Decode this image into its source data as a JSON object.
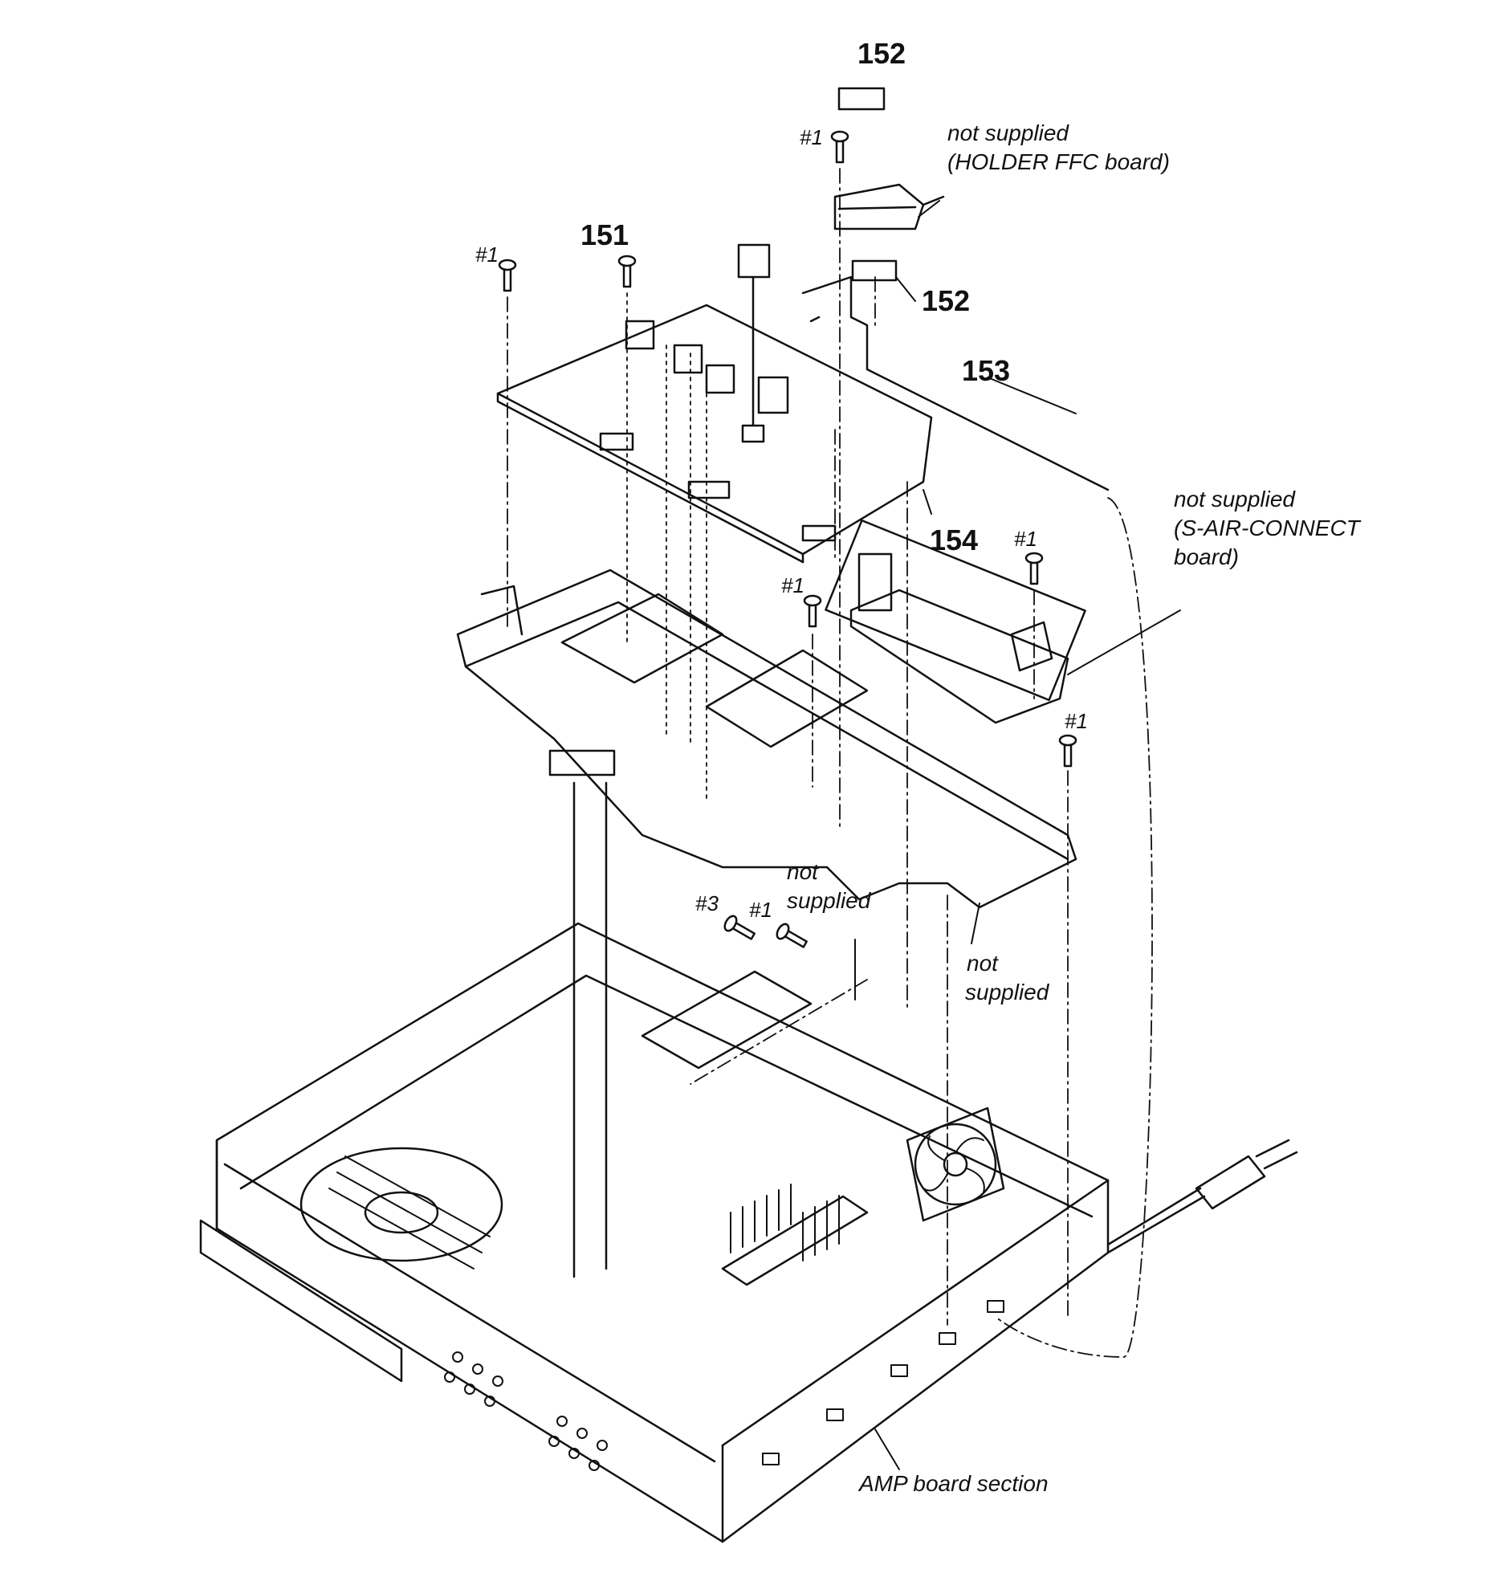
{
  "labels": {
    "p152_top": "152",
    "p152_mid": "152",
    "p151": "151",
    "p153": "153",
    "p154": "154",
    "s1_a": "#1",
    "s1_b": "#1",
    "s1_c": "#1",
    "s1_d": "#1",
    "s1_e": "#1",
    "s1_f": "#1",
    "s3": "#3",
    "holder_line1": "not supplied",
    "holder_line2": "(HOLDER FFC board)",
    "sair_line1": "not supplied",
    "sair_line2": "(S-AIR-CONNECT",
    "sair_line3": "board)",
    "ns_mid_line1": "not",
    "ns_mid_line2": "supplied",
    "ns_low_line1": "not",
    "ns_low_line2": "supplied",
    "amp": "AMP board section"
  }
}
